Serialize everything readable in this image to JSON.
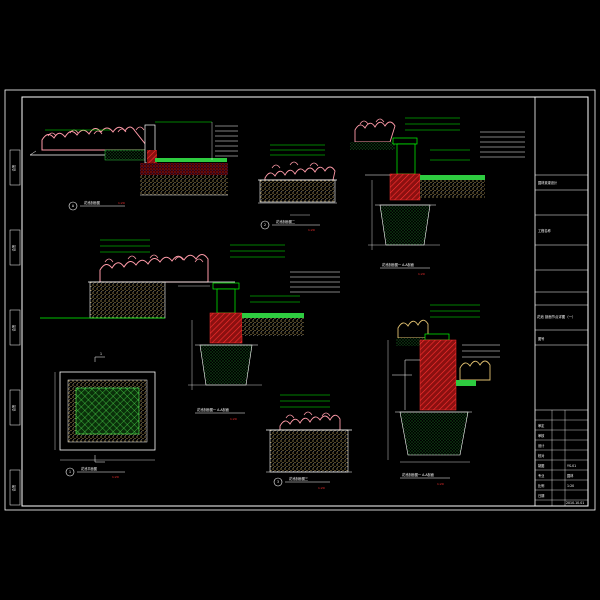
{
  "colors": {
    "background": "#000000",
    "frame": "#ffffff",
    "callout": "#00ff00",
    "section_hatch": "#ff3030",
    "planting": "#ff9aa8",
    "gravel": "#e0c070",
    "soil": "#2e8b2e",
    "plan_fill": "#5aff5a",
    "scale_text": "#ff3030"
  },
  "detail_labels": {
    "d1_marker": "A",
    "d1_title": "花池剖面图",
    "d1_scale": "1:20",
    "d2_marker": "2",
    "d2_title": "花池剖面图二",
    "d2_scale": "1:20",
    "d3_title": "花池剖面图一 A-A剖面",
    "d3_scale": "1:20",
    "d4_title": "花池剖面图一 A-A剖面",
    "d4_scale": "1:20",
    "d5_marker": "1",
    "d5_title": "花池平面图",
    "d5_scale": "1:20",
    "d5_section_mark": "1",
    "d6_marker": "3",
    "d6_title": "花池剖面图三",
    "d6_scale": "1:20",
    "d7_title": "花池剖面图一 A-A剖面",
    "d7_scale": "1:20"
  },
  "title_block": {
    "company": "园林景观设计",
    "project_label": "工程名称",
    "drawing_title": "花池 剖面节点详图（一）",
    "drawing_no_label": "图号",
    "drawing_no": "YS-01",
    "rows": [
      "审定",
      "审核",
      "设计",
      "校对",
      "制图",
      "专业",
      "比例",
      "日期"
    ],
    "values": [
      "",
      "",
      "",
      "",
      "",
      "园林",
      "1:20",
      "2010.10.01"
    ]
  },
  "side_tabs": [
    "会签",
    "会签",
    "会签",
    "会签",
    "会签"
  ]
}
